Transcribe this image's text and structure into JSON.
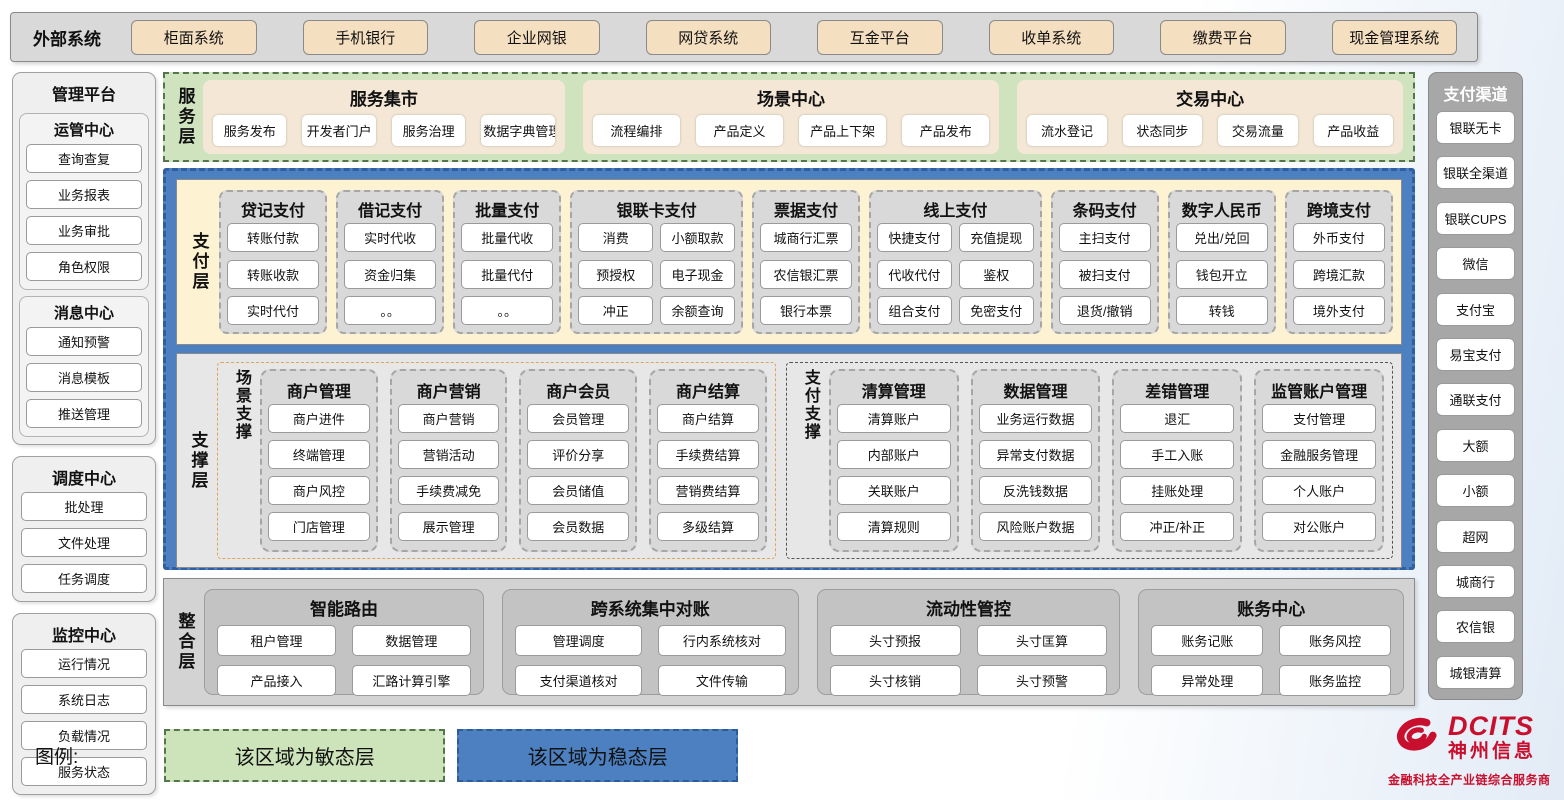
{
  "colors": {
    "agile_green_fill": "#cfe3bf",
    "stable_blue_fill": "#4c80c0",
    "external_button_tan": "#f5dfc1",
    "payment_band_cream": "#fdf3d2",
    "brand_red": "#c8102e"
  },
  "external_systems": {
    "label": "外部系统",
    "items": [
      "柜面系统",
      "手机银行",
      "企业网银",
      "网贷系统",
      "互金平台",
      "收单系统",
      "缴费平台",
      "现金管理系统"
    ]
  },
  "management_platform": {
    "title": "管理平台",
    "groups": [
      {
        "title": "运管中心",
        "items": [
          "查询查复",
          "业务报表",
          "业务审批",
          "角色权限"
        ]
      },
      {
        "title": "消息中心",
        "items": [
          "通知预警",
          "消息模板",
          "推送管理"
        ]
      }
    ],
    "panels": [
      {
        "title": "调度中心",
        "items": [
          "批处理",
          "文件处理",
          "任务调度"
        ]
      },
      {
        "title": "监控中心",
        "items": [
          "运行情况",
          "系统日志",
          "负载情况",
          "服务状态"
        ]
      }
    ]
  },
  "service_layer": {
    "label": "服务层",
    "groups": [
      {
        "title": "服务集市",
        "items": [
          "服务发布",
          "开发者门户",
          "服务治理",
          "数据字典管理"
        ]
      },
      {
        "title": "场景中心",
        "items": [
          "流程编排",
          "产品定义",
          "产品上下架",
          "产品发布"
        ]
      },
      {
        "title": "交易中心",
        "items": [
          "流水登记",
          "状态同步",
          "交易流量",
          "产品收益"
        ]
      }
    ]
  },
  "payment_layer": {
    "label": "支付层",
    "columns": [
      {
        "title": "贷记支付",
        "cols": 1,
        "items": [
          "转账付款",
          "转账收款",
          "实时代付"
        ]
      },
      {
        "title": "借记支付",
        "cols": 1,
        "items": [
          "实时代收",
          "资金归集",
          "。。"
        ]
      },
      {
        "title": "批量支付",
        "cols": 1,
        "items": [
          "批量代收",
          "批量代付",
          "。。"
        ]
      },
      {
        "title": "银联卡支付",
        "cols": 2,
        "items": [
          "消费",
          "小额取款",
          "预授权",
          "电子现金",
          "冲正",
          "余额查询"
        ]
      },
      {
        "title": "票据支付",
        "cols": 1,
        "items": [
          "城商行汇票",
          "农信银汇票",
          "银行本票"
        ]
      },
      {
        "title": "线上支付",
        "cols": 2,
        "items": [
          "快捷支付",
          "充值提现",
          "代收代付",
          "鉴权",
          "组合支付",
          "免密支付"
        ]
      },
      {
        "title": "条码支付",
        "cols": 1,
        "items": [
          "主扫支付",
          "被扫支付",
          "退货/撤销"
        ]
      },
      {
        "title": "数字人民币",
        "cols": 1,
        "items": [
          "兑出/兑回",
          "钱包开立",
          "转钱"
        ]
      },
      {
        "title": "跨境支付",
        "cols": 1,
        "items": [
          "外币支付",
          "跨境汇款",
          "境外支付"
        ]
      }
    ]
  },
  "support_layer": {
    "label": "支撑层",
    "groups": [
      {
        "label": "场景支撑",
        "style": "orange",
        "columns": [
          {
            "title": "商户管理",
            "items": [
              "商户进件",
              "终端管理",
              "商户风控",
              "门店管理"
            ]
          },
          {
            "title": "商户营销",
            "items": [
              "商户营销",
              "营销活动",
              "手续费减免",
              "展示管理"
            ]
          },
          {
            "title": "商户会员",
            "items": [
              "会员管理",
              "评价分享",
              "会员储值",
              "会员数据"
            ]
          },
          {
            "title": "商户结算",
            "items": [
              "商户结算",
              "手续费结算",
              "营销费结算",
              "多级结算"
            ]
          }
        ]
      },
      {
        "label": "支付支撑",
        "style": "dark",
        "columns": [
          {
            "title": "清算管理",
            "items": [
              "清算账户",
              "内部账户",
              "关联账户",
              "清算规则"
            ]
          },
          {
            "title": "数据管理",
            "items": [
              "业务运行数据",
              "异常支付数据",
              "反洗钱数据",
              "风险账户数据"
            ]
          },
          {
            "title": "差错管理",
            "items": [
              "退汇",
              "手工入账",
              "挂账处理",
              "冲正/补正"
            ]
          },
          {
            "title": "监管账户管理",
            "items": [
              "支付管理",
              "金融服务管理",
              "个人账户",
              "对公账户"
            ]
          }
        ]
      }
    ]
  },
  "integration_layer": {
    "label": "整合层",
    "groups": [
      {
        "title": "智能路由",
        "items": [
          "租户管理",
          "数据管理",
          "产品接入",
          "汇路计算引擎"
        ]
      },
      {
        "title": "跨系统集中对账",
        "items": [
          "管理调度",
          "行内系统核对",
          "支付渠道核对",
          "文件传输"
        ]
      },
      {
        "title": "流动性管控",
        "items": [
          "头寸预报",
          "头寸匡算",
          "头寸核销",
          "头寸预警"
        ]
      },
      {
        "title": "账务中心",
        "items": [
          "账务记账",
          "账务风控",
          "异常处理",
          "账务监控"
        ]
      }
    ]
  },
  "payment_channels": {
    "title": "支付渠道",
    "items": [
      "银联无卡",
      "银联全渠道",
      "银联CUPS",
      "微信",
      "支付宝",
      "易宝支付",
      "通联支付",
      "大额",
      "小额",
      "超网",
      "城商行",
      "农信银",
      "城银清算"
    ]
  },
  "legend": {
    "label": "图例:",
    "agile": "该区域为敏态层",
    "stable": "该区域为稳态层"
  },
  "logo": {
    "brand": "DCITS",
    "company": "神州信息",
    "tagline": "金融科技全产业链综合服务商"
  }
}
